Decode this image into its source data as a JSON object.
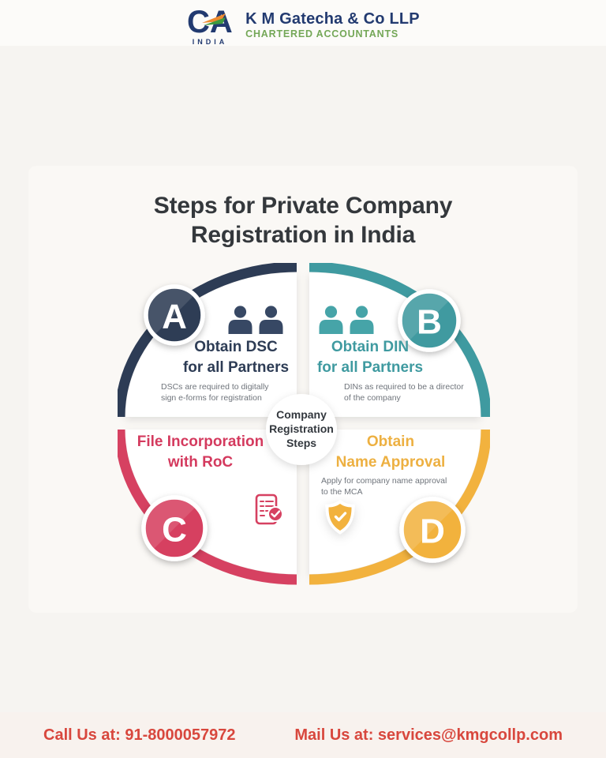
{
  "header": {
    "logo": {
      "ca_text": "CA",
      "india_text": "INDIA",
      "company_name": "K M Gatecha & Co LLP",
      "tagline": "CHARTERED ACCOUNTANTS"
    }
  },
  "title": "Steps for Private Company\nRegistration in India",
  "diagram": {
    "center_label": "Company\nRegistration\nSteps",
    "steps": [
      {
        "letter": "A",
        "title": "Obtain DSC\nfor all Partners",
        "description": "DSCs are required to digitally\nsign e-forms for registration",
        "color": "#2d3c55",
        "icon": "people-icon"
      },
      {
        "letter": "B",
        "title": "Obtain DIN\nfor all Partners",
        "description": "DINs as required to be a director\nof the company",
        "color": "#3f9aa0",
        "icon": "people-icon"
      },
      {
        "letter": "C",
        "title": "File Incorporation\nwith RoC",
        "description": "",
        "color": "#d64161",
        "icon": "document-check-icon"
      },
      {
        "letter": "D",
        "title": "Obtain\nName Approval",
        "description": "Apply for company name approval\nto the MCA",
        "color": "#f2b23e",
        "icon": "shield-check-icon"
      }
    ]
  },
  "footer": {
    "call_label": "Call Us at: 91-8000057972",
    "mail_label": "Mail Us at: services@kmgcollp.com",
    "accent_color": "#d8473d"
  }
}
